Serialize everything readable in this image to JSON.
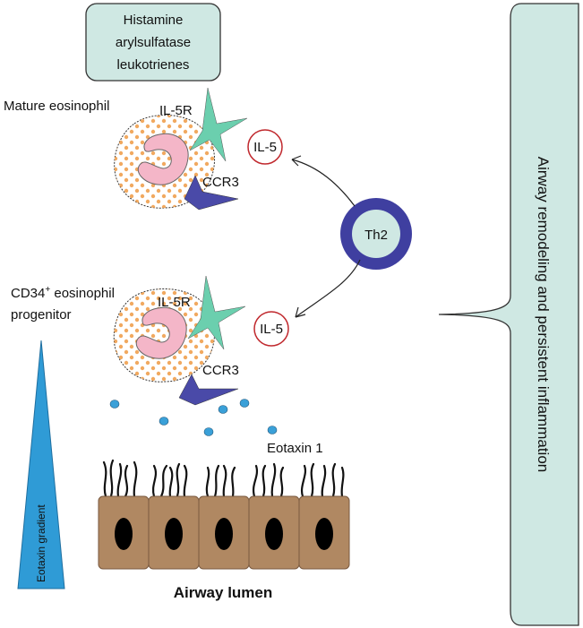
{
  "mediators": [
    "Histamine",
    "arylsulfatase",
    "leukotrienes"
  ],
  "mature": {
    "title": "Mature eosinophil",
    "receptor_il5r": "IL-5R",
    "receptor_ccr3": "CCR3",
    "cytokine": "IL-5"
  },
  "progenitor": {
    "title_prefix": "CD34",
    "title_sup": "+",
    "title_rest": " eosinophil",
    "title_line2": "progenitor",
    "receptor_il5r": "IL-5R",
    "receptor_ccr3": "CCR3",
    "cytokine": "IL-5"
  },
  "th2": "Th2",
  "eotaxin": "Eotaxin 1",
  "gradient_label": "Eotaxin gradient",
  "lumen_label": "Airway lumen",
  "brace_label": "Airway remodeling and persistent inflammation",
  "colors": {
    "mediator_box": "#cfe8e3",
    "il5r_star": "#6bcfae",
    "ccr3_receptor": "#4a4aa8",
    "th2_ring": "#3f3fa0",
    "th2_core": "#cfe8e3",
    "il5_ring": "#c0282d",
    "eotaxin_dot": "#3aa0d8",
    "gradient": "#2f9bd6",
    "epithelium": "#b08862",
    "granule": "#f0a458",
    "nucleus": "#f4b6c8",
    "brace": "#cfe8e3"
  }
}
